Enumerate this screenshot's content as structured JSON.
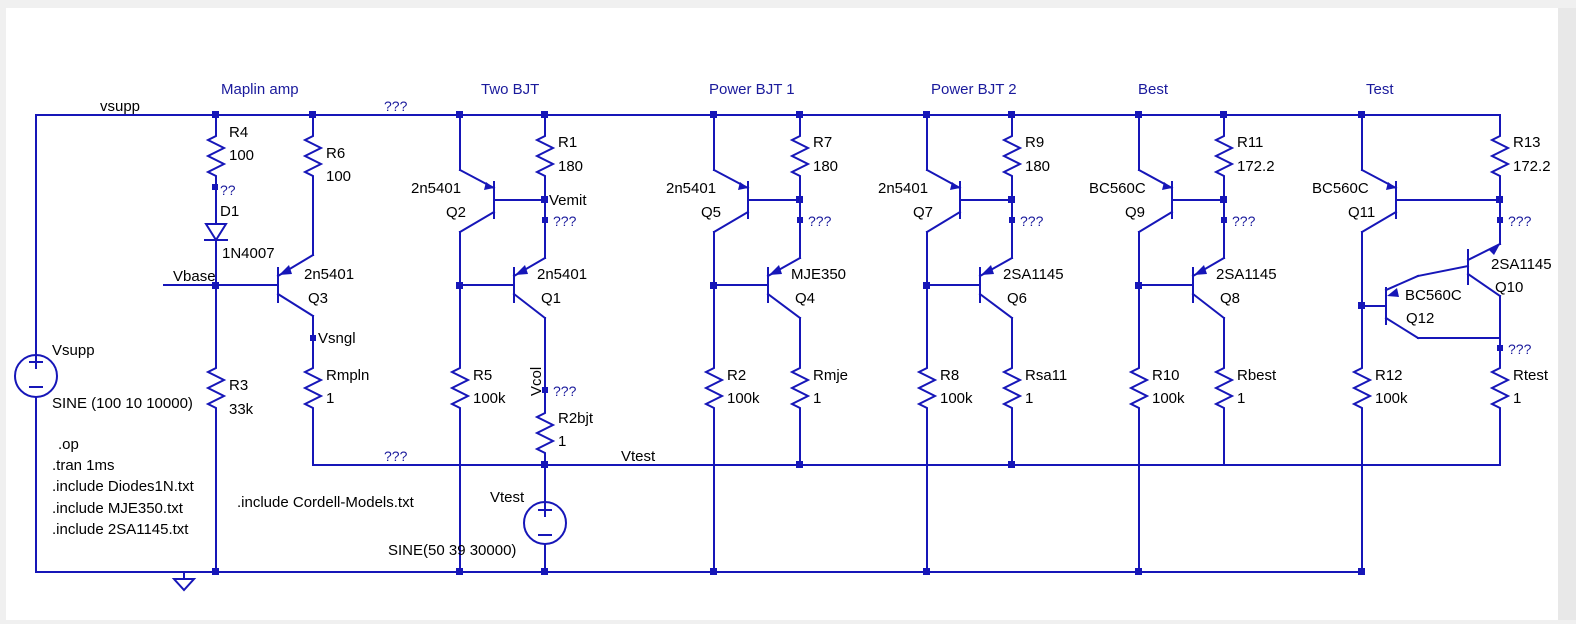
{
  "colors": {
    "wire": "#1616b8",
    "label": "#000000",
    "netlabel": "#1a1a9c"
  },
  "headers": [
    "Maplin amp",
    "Two BJT",
    "Power BJT 1",
    "Power BJT 2",
    "Best",
    "Test"
  ],
  "nets": {
    "vsupp_top": "vsupp",
    "q_top": "???",
    "q_bot": "???",
    "vtest": "Vtest",
    "vbase": "Vbase",
    "vsngl": "Vsngl",
    "vemit": "Vemit",
    "vcol": "Vcol",
    "d1q": "??",
    "q2": "???",
    "q3": "???",
    "q4": "???",
    "q5": "???",
    "q6": "???",
    "q7": "???"
  },
  "components": {
    "r4": {
      "name": "R4",
      "value": "100"
    },
    "r6": {
      "name": "R6",
      "value": "100"
    },
    "d1": {
      "name": "D1",
      "value": "1N4007"
    },
    "q3": {
      "name": "Q3",
      "value": "2n5401"
    },
    "rmpln": {
      "name": "Rmpln",
      "value": "1"
    },
    "r3": {
      "name": "R3",
      "value": "33k"
    },
    "vsupp": {
      "name": "Vsupp",
      "value": "SINE (100 10 10000)"
    },
    "q2": {
      "name": "Q2",
      "value": "2n5401"
    },
    "r1": {
      "name": "R1",
      "value": "180"
    },
    "q1": {
      "name": "Q1",
      "value": "2n5401"
    },
    "r5": {
      "name": "R5",
      "value": "100k"
    },
    "r2bjt": {
      "name": "R2bjt",
      "value": "1"
    },
    "vtest": {
      "name": "Vtest",
      "value": "SINE(50 39 30000)"
    },
    "q5": {
      "name": "Q5",
      "value": "2n5401"
    },
    "r7": {
      "name": "R7",
      "value": "180"
    },
    "q4": {
      "name": "Q4",
      "value": "MJE350"
    },
    "r2": {
      "name": "R2",
      "value": "100k"
    },
    "rmje": {
      "name": "Rmje",
      "value": "1"
    },
    "q7": {
      "name": "Q7",
      "value": "2n5401"
    },
    "r9": {
      "name": "R9",
      "value": "180"
    },
    "q6": {
      "name": "Q6",
      "value": "2SA1145"
    },
    "r8": {
      "name": "R8",
      "value": "100k"
    },
    "rsa11": {
      "name": "Rsa11",
      "value": "1"
    },
    "q9": {
      "name": "Q9",
      "value": "BC560C"
    },
    "r11": {
      "name": "R11",
      "value": "172.2"
    },
    "q8": {
      "name": "Q8",
      "value": "2SA1145"
    },
    "r10": {
      "name": "R10",
      "value": "100k"
    },
    "rbest": {
      "name": "Rbest",
      "value": "1"
    },
    "q11": {
      "name": "Q11",
      "value": "BC560C"
    },
    "r13": {
      "name": "R13",
      "value": "172.2"
    },
    "q10": {
      "name": "Q10",
      "value": "2SA1145"
    },
    "q12": {
      "name": "Q12",
      "value": "BC560C"
    },
    "r12": {
      "name": "R12",
      "value": "100k"
    },
    "rtest": {
      "name": "Rtest",
      "value": "1"
    }
  },
  "directives": {
    "op": ".op",
    "tran": ".tran 1ms",
    "inc1": ".include Diodes1N.txt",
    "inc2": ".include MJE350.txt",
    "inc3": ".include 2SA1145.txt",
    "inc4": ".include Cordell-Models.txt"
  }
}
